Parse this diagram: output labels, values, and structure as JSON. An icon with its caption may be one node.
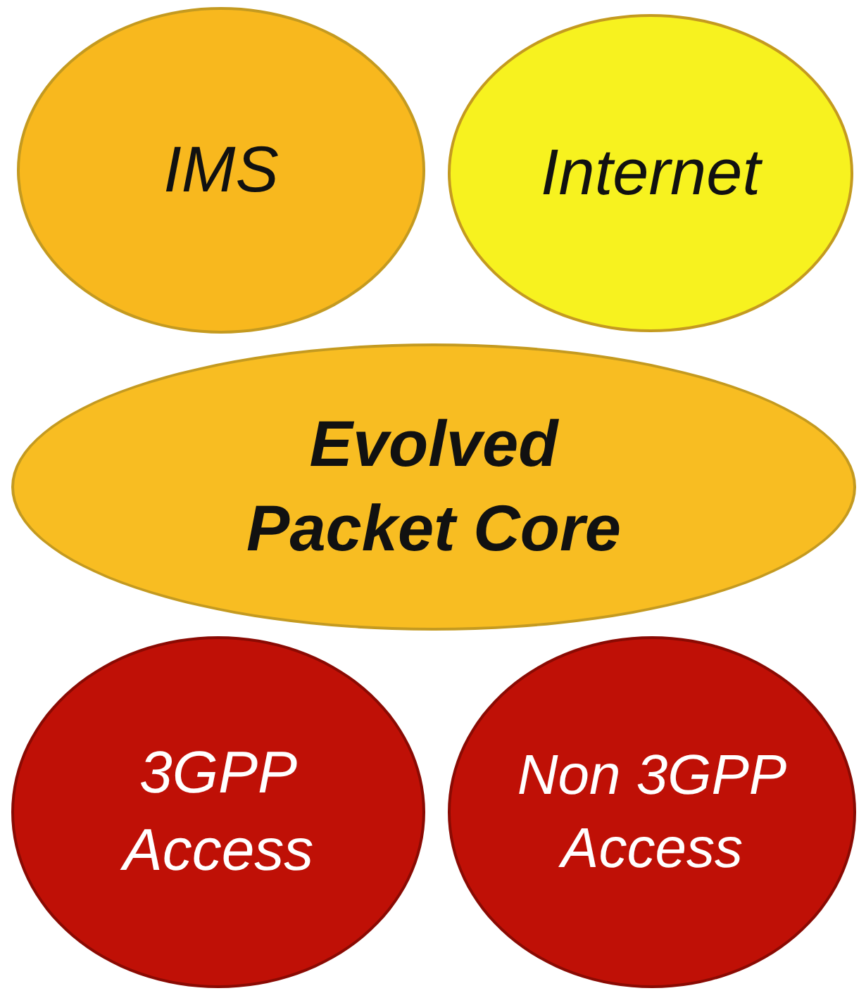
{
  "diagram": {
    "nodes": [
      {
        "text": [
          "IMS"
        ]
      },
      {
        "text": [
          "Internet"
        ]
      },
      {
        "text": [
          "Evolved Packet Core"
        ]
      },
      {
        "text": [
          "3GPP Access"
        ]
      },
      {
        "text": [
          "Non 3GPP Access"
        ]
      }
    ]
  }
}
